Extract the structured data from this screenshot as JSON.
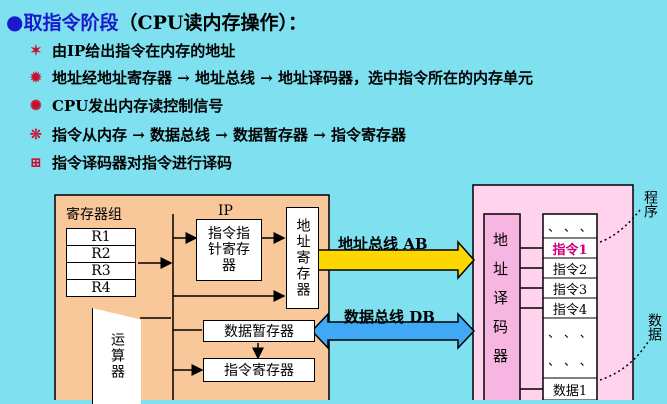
{
  "title": {
    "main": "取指令阶段",
    "sub": "（CPU读内存操作）："
  },
  "bullets": [
    {
      "icon": "star-icon",
      "text": "由IP给出指令在内存的地址"
    },
    {
      "icon": "sun-icon",
      "text": "地址经地址寄存器 → 地址总线 → 地址译码器，选中指令所在的内存单元"
    },
    {
      "icon": "gear-icon",
      "text": "CPU发出内存读控制信号"
    },
    {
      "icon": "snowflake-icon",
      "text": "指令从内存 → 数据总线 → 数据暂存器 → 指令寄存器"
    },
    {
      "icon": "grid-icon",
      "text": "指令译码器对指令进行译码"
    }
  ],
  "cpu": {
    "reg_group_label": "寄存器组",
    "registers": [
      "R1",
      "R2",
      "R3",
      "R4"
    ],
    "ip_label": "IP",
    "ip_box": "指令指针寄存器",
    "addr_reg": "地址寄存器",
    "alu": "运算器",
    "data_buffer": "数据暂存器",
    "instr_reg": "指令寄存器"
  },
  "buses": {
    "address": "地址总线 AB",
    "data": "数据总线 DB"
  },
  "memory": {
    "decoder": "地址译码器",
    "cells": [
      "、 、 、",
      "指令1",
      "指令2",
      "指令3",
      "指令4",
      "、 、 、",
      "、 、 、",
      "数据1"
    ],
    "program_label": "程序",
    "data_label": "数据"
  },
  "colors": {
    "background": "#7fe0f0",
    "cpu_fill": "#f8c89a",
    "memory_fill": "#ffd3ee",
    "decoder_fill": "#f7b6e2",
    "address_arrow": "#ffd700",
    "data_arrow": "#3fa9f5",
    "highlight_text": "#d0007a",
    "icon_red": "#c8102e"
  }
}
